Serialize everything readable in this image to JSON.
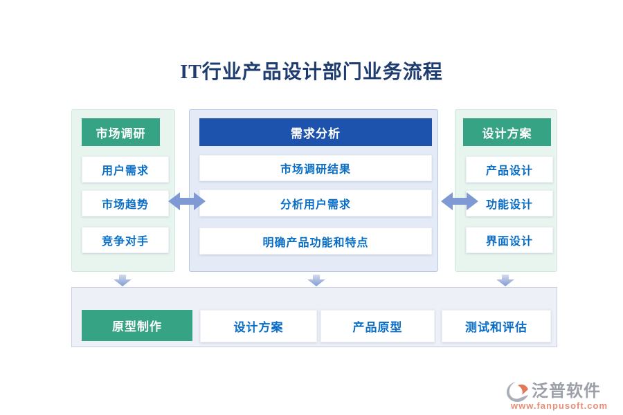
{
  "title": "IT行业产品设计部门业务流程",
  "flow": {
    "columns": [
      {
        "header": "市场调研",
        "items": [
          "用户需求",
          "市场趋势",
          "竞争对手"
        ]
      },
      {
        "header": "需求分析",
        "items": [
          "市场调研结果",
          "分析用户需求",
          "明确产品功能和特点"
        ]
      },
      {
        "header": "设计方案",
        "items": [
          "产品设计",
          "功能设计",
          "界面设计"
        ]
      }
    ],
    "bottom_row": [
      {
        "label": "原型制作",
        "highlighted": true
      },
      {
        "label": "设计方案",
        "highlighted": false
      },
      {
        "label": "产品原型",
        "highlighted": false
      },
      {
        "label": "测试和评估",
        "highlighted": false
      }
    ]
  },
  "icons": {
    "horizontal_connector": "left-right-arrow",
    "vertical_connector": "down-arrow",
    "logo_mark": "fanpu-logo"
  },
  "watermark": {
    "brand": "泛普软件",
    "url": "www.fanpusoft.com"
  },
  "colors": {
    "title-text": "#1e3c70",
    "green": "#35a384",
    "blue": "#1d53ad",
    "item-text": "#0a6ec7",
    "panel-green-bg": "#e8f5ef",
    "panel-green-border": "#cfe7dc",
    "panel-blue-bg": "#e4ebf6",
    "panel-blue-border": "#b8c6e3",
    "bottom-bg": "#edf0f6",
    "bottom-border": "#c8d0e0",
    "arrow": "#7e99d3",
    "brand-gray": "#9b9fa8",
    "brand-orange": "#e78d76"
  }
}
